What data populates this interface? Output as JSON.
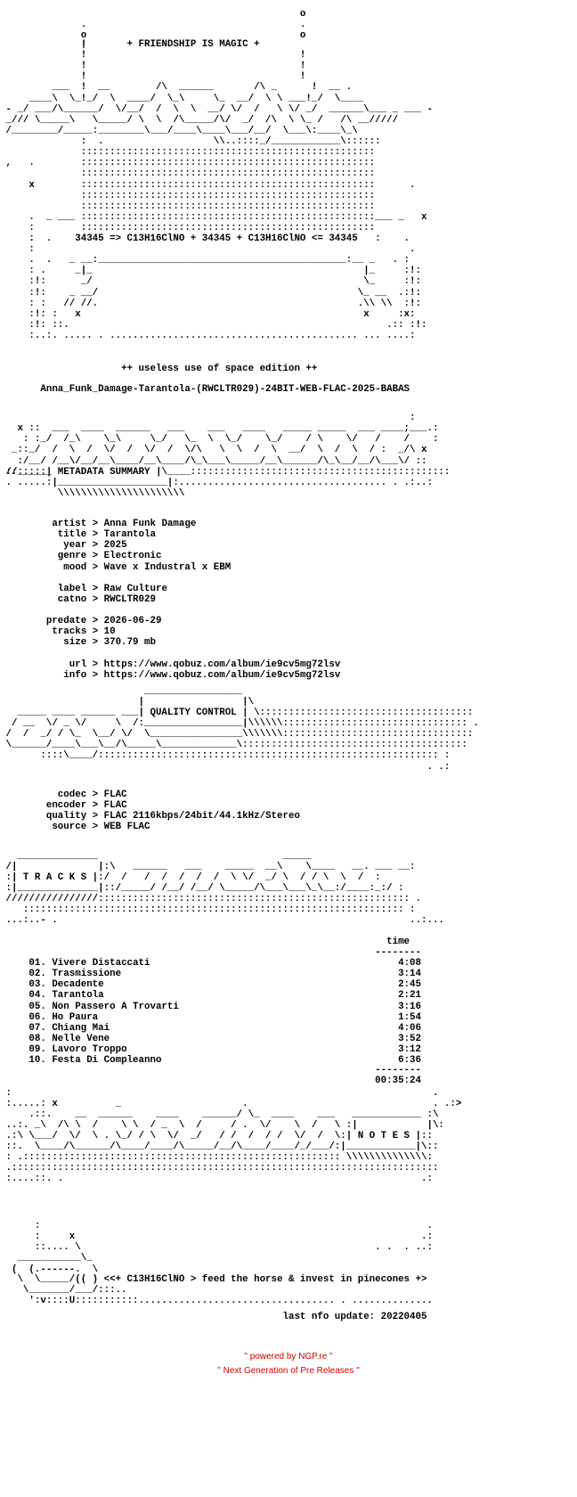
{
  "header": {
    "tagline": "+ FRIENDSHIP IS MAGIC +",
    "formula": "34345 => C13H16ClNO + 34345 + C13H16ClNO <= 34345",
    "edition": "++ useless use of space edition ++",
    "release_name": "Anna_Funk_Damage-Tarantola-(RWCLTR029)-24BIT-WEB-FLAC-2025-BABAS"
  },
  "metadata": {
    "section_title": "METADATA SUMMARY",
    "fields": [
      {
        "key": "artist",
        "value": "Anna Funk Damage"
      },
      {
        "key": "title",
        "value": "Tarantola"
      },
      {
        "key": "year",
        "value": "2025"
      },
      {
        "key": "genre",
        "value": "Electronic"
      },
      {
        "key": "mood",
        "value": "Wave x Industral x EBM"
      },
      {
        "key": "label",
        "value": "Raw Culture"
      },
      {
        "key": "catno",
        "value": "RWCLTR029"
      },
      {
        "key": "predate",
        "value": "2026-06-29"
      },
      {
        "key": "tracks",
        "value": "10"
      },
      {
        "key": "size",
        "value": "370.79 mb"
      },
      {
        "key": "url",
        "value": "https://www.qobuz.com/album/ie9cv5mg72lsv"
      },
      {
        "key": "info",
        "value": "https://www.qobuz.com/album/ie9cv5mg72lsv"
      }
    ]
  },
  "quality": {
    "section_title": "QUALITY CONTROL",
    "fields": [
      {
        "key": "codec",
        "value": "FLAC"
      },
      {
        "key": "encoder",
        "value": "FLAC"
      },
      {
        "key": "quality",
        "value": "FLAC 2116kbps/24bit/44.1kHz/Stereo"
      },
      {
        "key": "source",
        "value": "WEB FLAC"
      }
    ]
  },
  "tracks": {
    "section_title": "T R A C K S",
    "time_header": "time",
    "list": [
      {
        "num": "01.",
        "title": "Vivere Distaccati",
        "time": "4:08"
      },
      {
        "num": "02.",
        "title": "Trasmissione",
        "time": "3:14"
      },
      {
        "num": "03.",
        "title": "Decadente",
        "time": "2:45"
      },
      {
        "num": "04.",
        "title": "Tarantola",
        "time": "2:21"
      },
      {
        "num": "05.",
        "title": "Non Passero A Trovarti",
        "time": "3:16"
      },
      {
        "num": "06.",
        "title": "Ho Paura",
        "time": "1:54"
      },
      {
        "num": "07.",
        "title": "Chiang Mai",
        "time": "4:06"
      },
      {
        "num": "08.",
        "title": "Nelle Vene",
        "time": "3:52"
      },
      {
        "num": "09.",
        "title": "Lavoro Troppo",
        "time": "3:12"
      },
      {
        "num": "10.",
        "title": "Festa Di Compleanno",
        "time": "6:36"
      }
    ],
    "total": "00:35:24"
  },
  "notes": {
    "section_title": "N O T E S"
  },
  "closing": {
    "signature": "<<+ C13H16ClNO > feed the horse & invest in pinecones +>",
    "last_update": "last nfo update: 20220405"
  },
  "footer": {
    "line1": "\" powered by NGP.re \"",
    "line2": "\" Next Generation of Pre Releases \""
  },
  "colors": {
    "text": "#000000",
    "footer": "#d40000",
    "background": "#ffffff"
  }
}
